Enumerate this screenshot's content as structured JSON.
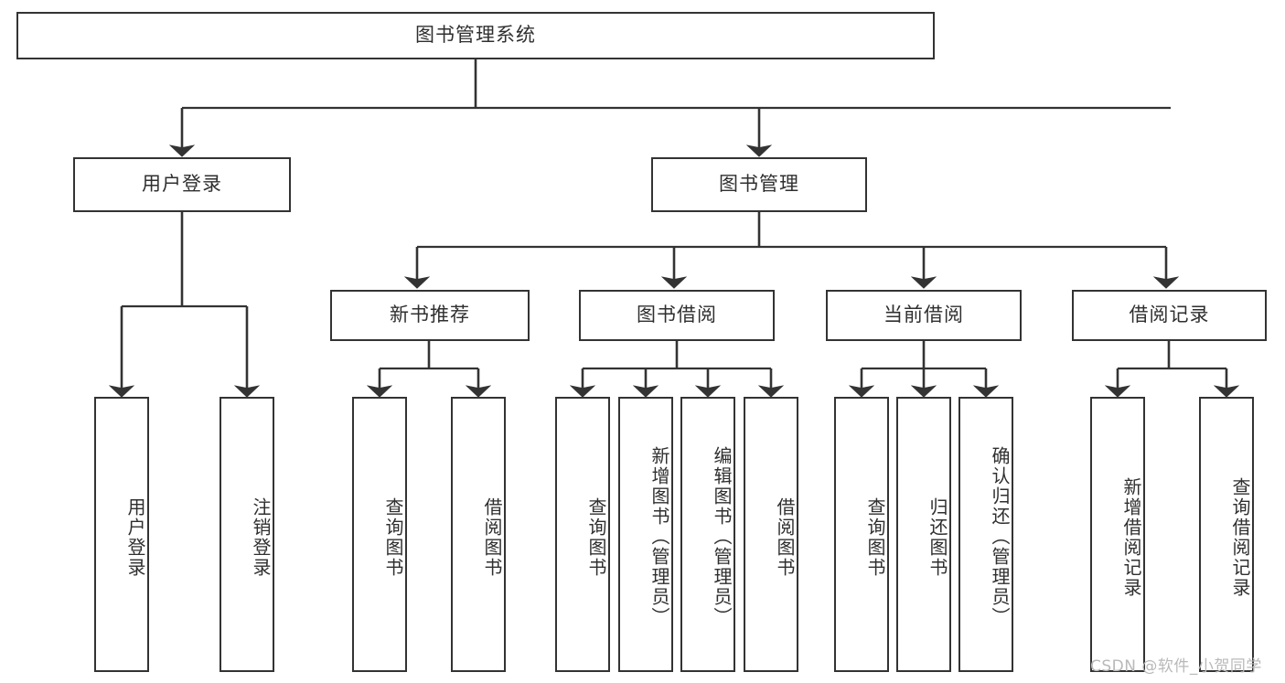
{
  "diagram": {
    "title": "图书管理系统",
    "type": "hierarchy-tree",
    "background_color": "#ffffff",
    "box_border_color": "#333333",
    "text_color": "#2f2f2f",
    "edge_color": "#333333"
  },
  "watermark": {
    "text": "CSDN @软件_小贺同学",
    "color": "#b9b9b9"
  },
  "nodes": {
    "root": {
      "label": "图书管理系统"
    },
    "level2": [
      {
        "label": "用户登录"
      },
      {
        "label": "图书管理"
      }
    ],
    "level3": [
      {
        "label": "新书推荐"
      },
      {
        "label": "图书借阅"
      },
      {
        "label": "当前借阅"
      },
      {
        "label": "借阅记录"
      }
    ],
    "login_children": [
      {
        "label": "用户登录"
      },
      {
        "label": "注销登录"
      }
    ],
    "recommend_children": [
      {
        "label": "查询图书"
      },
      {
        "label": "借阅图书"
      }
    ],
    "borrow_children": [
      {
        "label": "查询图书"
      },
      {
        "label": "新增图书（管理员）"
      },
      {
        "label": "编辑图书（管理员）"
      },
      {
        "label": "借阅图书"
      }
    ],
    "current_children": [
      {
        "label": "查询图书"
      },
      {
        "label": "归还图书"
      },
      {
        "label": "确认归还（管理员）"
      }
    ],
    "record_children": [
      {
        "label": "新增借阅记录"
      },
      {
        "label": "查询借阅记录"
      }
    ]
  }
}
